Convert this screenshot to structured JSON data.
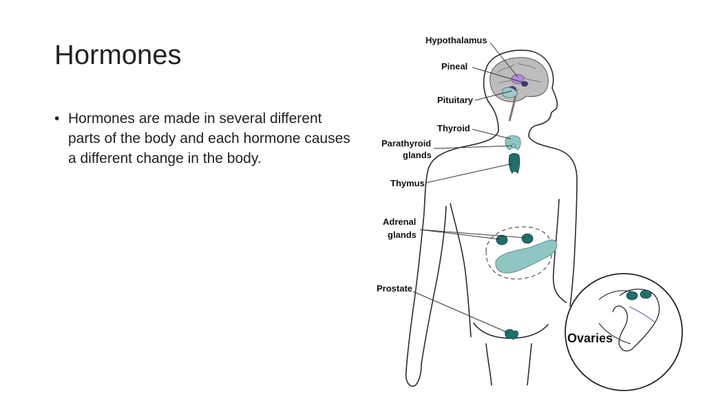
{
  "slide": {
    "title": "Hormones",
    "bullets": [
      {
        "marker": "•",
        "text": "Hormones are made in several different parts of the body and each hormone causes a different change in the body."
      }
    ]
  },
  "diagram": {
    "labels": {
      "hypothalamus": "Hypothalamus",
      "pineal": "Pineal",
      "pituitary": "Pituitary",
      "thyroid": "Thyroid",
      "parathyroid_line1": "Parathyroid",
      "parathyroid_line2": "glands",
      "thymus": "Thymus",
      "adrenal_line1": "Adrenal",
      "adrenal_line2": "glands",
      "prostate": "Prostate",
      "ovaries": "Ovaries"
    },
    "colors": {
      "gland_dark": "#1f6f6a",
      "gland_light": "#8fc6c4",
      "brain_gray": "#bdbdbd",
      "brain_purple": "#b28ad6"
    }
  }
}
